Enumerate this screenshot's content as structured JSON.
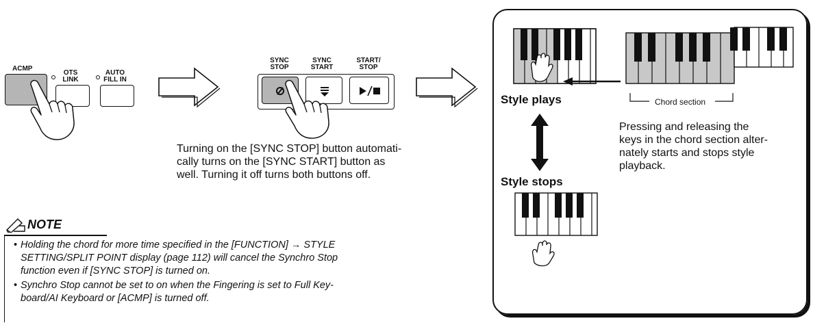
{
  "panel1": {
    "acmp_label": "ACMP",
    "ots_link_label": "OTS\nLINK",
    "auto_fill_label": "AUTO\nFILL IN"
  },
  "panel2": {
    "sync_stop_label": "SYNC\nSTOP",
    "sync_start_label": "SYNC\nSTART",
    "start_stop_label": "START/\nSTOP"
  },
  "caption_sync": "Turning on the [SYNC STOP] button automatically turns on the [SYNC START] button as well. Turning it off turns both buttons off.",
  "caption_sync_lines": [
    "Turning on the [SYNC STOP] button automati-",
    "cally turns on the [SYNC START] button as",
    "well. Turning it off turns both buttons off."
  ],
  "box": {
    "chord_section_label": "Chord section",
    "style_plays": "Style plays",
    "style_stops": "Style stops",
    "description_lines": [
      "Pressing and releasing the",
      "keys in the chord section alter-",
      "nately starts and stops style",
      "playback."
    ]
  },
  "note": {
    "title": "NOTE",
    "items": [
      {
        "lines": [
          "Holding the chord for more time specified in the [FUNCTION] → STYLE",
          "SETTING/SPLIT POINT display (page 112) will cancel the Synchro Stop",
          "function even if [SYNC STOP] is turned on."
        ]
      },
      {
        "lines": [
          "Synchro Stop cannot be set to on when the Fingering is set to Full Key-",
          "board/AI Keyboard or [ACMP] is turned off."
        ]
      }
    ]
  },
  "colors": {
    "ink": "#111111",
    "pressed_gray": "#b5b5b5",
    "chord_key_gray": "#c8c8c8"
  }
}
